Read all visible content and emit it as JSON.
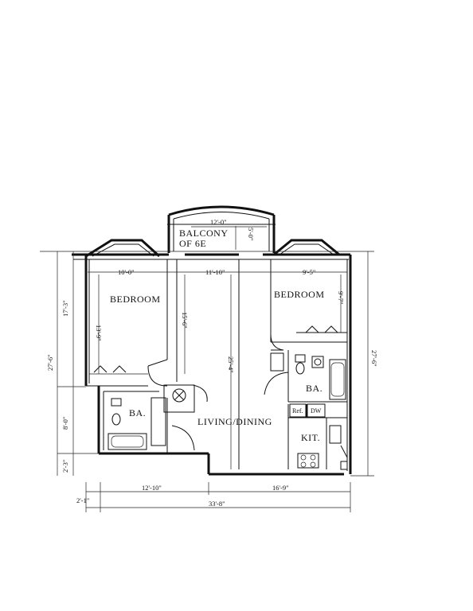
{
  "balcony": {
    "line1": "BALCONY",
    "line2": "OF 6E"
  },
  "rooms": {
    "bedroom_left": "BEDROOM",
    "bedroom_right": "BEDROOM",
    "bath_left": "BA.",
    "bath_right": "BA.",
    "living_dining": "LIVING/DINING",
    "kitchen": "KIT.",
    "refrigerator": "Ref.",
    "dishwasher": "DW"
  },
  "dimensions": {
    "balcony_width": "12'-0\"",
    "balcony_depth": "5'-0\"",
    "bedroom_left_width": "10'-0\"",
    "living_width": "11'-10\"",
    "bedroom_right_width": "9'-5\"",
    "bedroom_left_depth": "13'-9\"",
    "living_left_depth": "15'-6\"",
    "living_depth": "25'-4\"",
    "bedroom_right_depth": "9'-7\"",
    "left_upper": "17'-3\"",
    "left_total": "27'-6\"",
    "left_middle": "8'-0\"",
    "left_lower": "2'-3\"",
    "right_total": "27'-6\"",
    "bottom_left": "12'-10\"",
    "bottom_right": "16'-9\"",
    "bottom_small": "2'-1\"",
    "overall_width": "33'-8\""
  }
}
